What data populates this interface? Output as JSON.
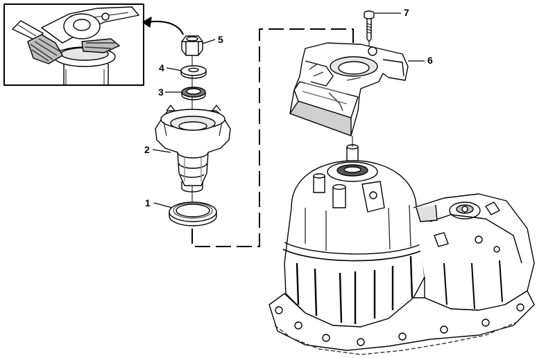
{
  "diagram": {
    "callouts": [
      {
        "id": "1",
        "label": "1"
      },
      {
        "id": "2",
        "label": "2"
      },
      {
        "id": "3",
        "label": "3"
      },
      {
        "id": "4",
        "label": "4"
      },
      {
        "id": "5",
        "label": "5"
      },
      {
        "id": "6",
        "label": "6"
      },
      {
        "id": "7",
        "label": "7"
      }
    ],
    "colors": {
      "line": "#000000",
      "fill": "#ffffff",
      "shade": "#d9d9d9",
      "dark": "#4a4a4a"
    }
  }
}
